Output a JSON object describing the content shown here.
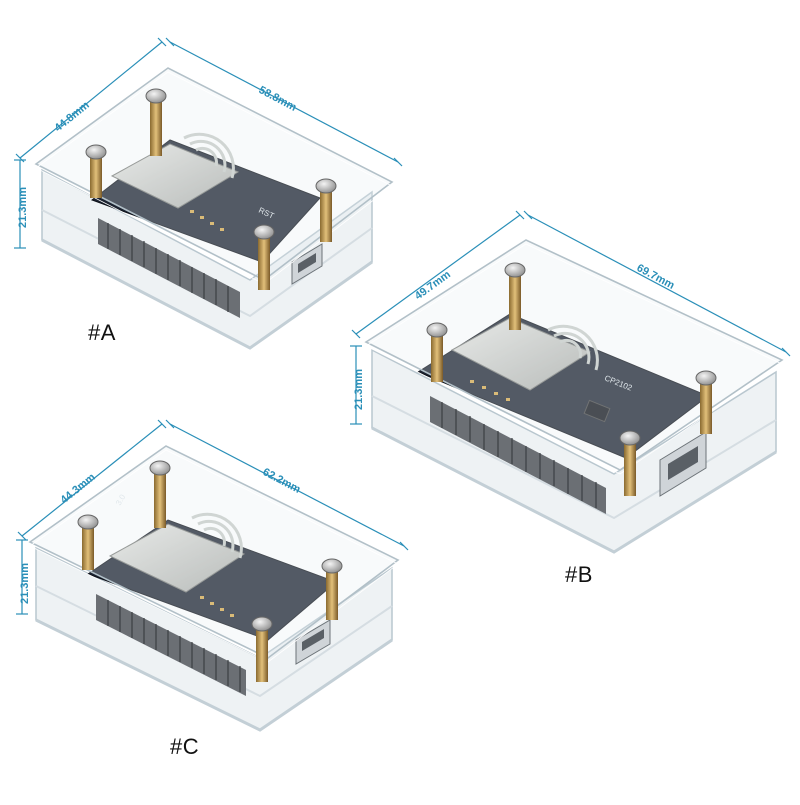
{
  "products": [
    {
      "id": "A",
      "label": "#A",
      "dimensions": {
        "width": "44.8mm",
        "length": "58.8mm",
        "height": "21.3mm"
      }
    },
    {
      "id": "B",
      "label": "#B",
      "dimensions": {
        "width": "49.7mm",
        "length": "69.7mm",
        "height": "21.3mm"
      }
    },
    {
      "id": "C",
      "label": "#C",
      "dimensions": {
        "width": "44.3mm",
        "length": "62.2mm",
        "height": "21.3mm"
      }
    }
  ],
  "colors": {
    "dimension_line": "#2a8fb8",
    "acrylic_edge": "#b9c7cf",
    "pcb": "#1b2230",
    "brass": "#c8a060"
  },
  "icons": [
    "wifi-logo-icon",
    "usb-port-icon",
    "screw-icon",
    "standoff-icon"
  ]
}
